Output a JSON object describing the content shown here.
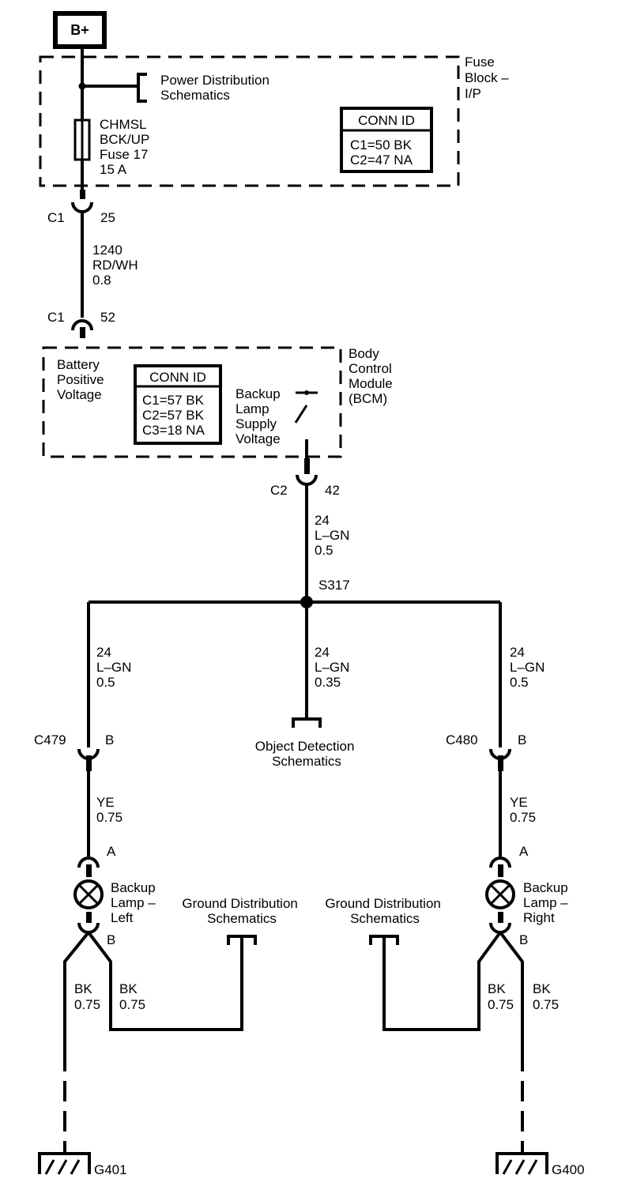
{
  "battery": {
    "label": "B+"
  },
  "fuse_block": {
    "title": [
      "Fuse",
      "Block –",
      "I/P"
    ],
    "power_dist": [
      "Power Distribution",
      "Schematics"
    ],
    "fuse": [
      "CHMSL",
      "BCK/UP",
      "Fuse 17",
      "15 A"
    ],
    "conn_id": {
      "header": "CONN ID",
      "rows": [
        "C1=50 BK",
        "C2=47 NA"
      ]
    }
  },
  "connectors": {
    "c1_top": {
      "name": "C1",
      "pin": "25"
    },
    "c1_bcm": {
      "name": "C1",
      "pin": "52"
    },
    "c2_bcm": {
      "name": "C2",
      "pin": "42"
    },
    "c479": {
      "name": "C479",
      "pin": "B"
    },
    "c480": {
      "name": "C480",
      "pin": "B"
    }
  },
  "wires": {
    "w1240": [
      "1240",
      "RD/WH",
      "0.8"
    ],
    "w24_main": [
      "24",
      "L–GN",
      "0.5"
    ],
    "w24_left": [
      "24",
      "L–GN",
      "0.5"
    ],
    "w24_center": [
      "24",
      "L–GN",
      "0.35"
    ],
    "w24_right": [
      "24",
      "L–GN",
      "0.5"
    ],
    "ye_left": [
      "YE",
      "0.75"
    ],
    "ye_right": [
      "YE",
      "0.75"
    ],
    "bk_ll": [
      "BK",
      "0.75"
    ],
    "bk_lr": [
      "BK",
      "0.75"
    ],
    "bk_rl": [
      "BK",
      "0.75"
    ],
    "bk_rr": [
      "BK",
      "0.75"
    ]
  },
  "bcm": {
    "title": [
      "Body",
      "Control",
      "Module",
      "(BCM)"
    ],
    "battery_voltage": [
      "Battery",
      "Positive",
      "Voltage"
    ],
    "conn_id": {
      "header": "CONN ID",
      "rows": [
        "C1=57 BK",
        "C2=57 BK",
        "C3=18 NA"
      ]
    },
    "backup_supply": [
      "Backup",
      "Lamp",
      "Supply",
      "Voltage"
    ]
  },
  "splice": {
    "label": "S317"
  },
  "object_detection": [
    "Object Detection",
    "Schematics"
  ],
  "lamps": {
    "left": {
      "pin_a": "A",
      "pin_b": "B",
      "label": [
        "Backup",
        "Lamp –",
        "Left"
      ]
    },
    "right": {
      "pin_a": "A",
      "pin_b": "B",
      "label": [
        "Backup",
        "Lamp –",
        "Right"
      ]
    }
  },
  "ground_dist_left": [
    "Ground Distribution",
    "Schematics"
  ],
  "ground_dist_right": [
    "Ground Distribution",
    "Schematics"
  ],
  "grounds": {
    "left": "G401",
    "right": "G400"
  }
}
